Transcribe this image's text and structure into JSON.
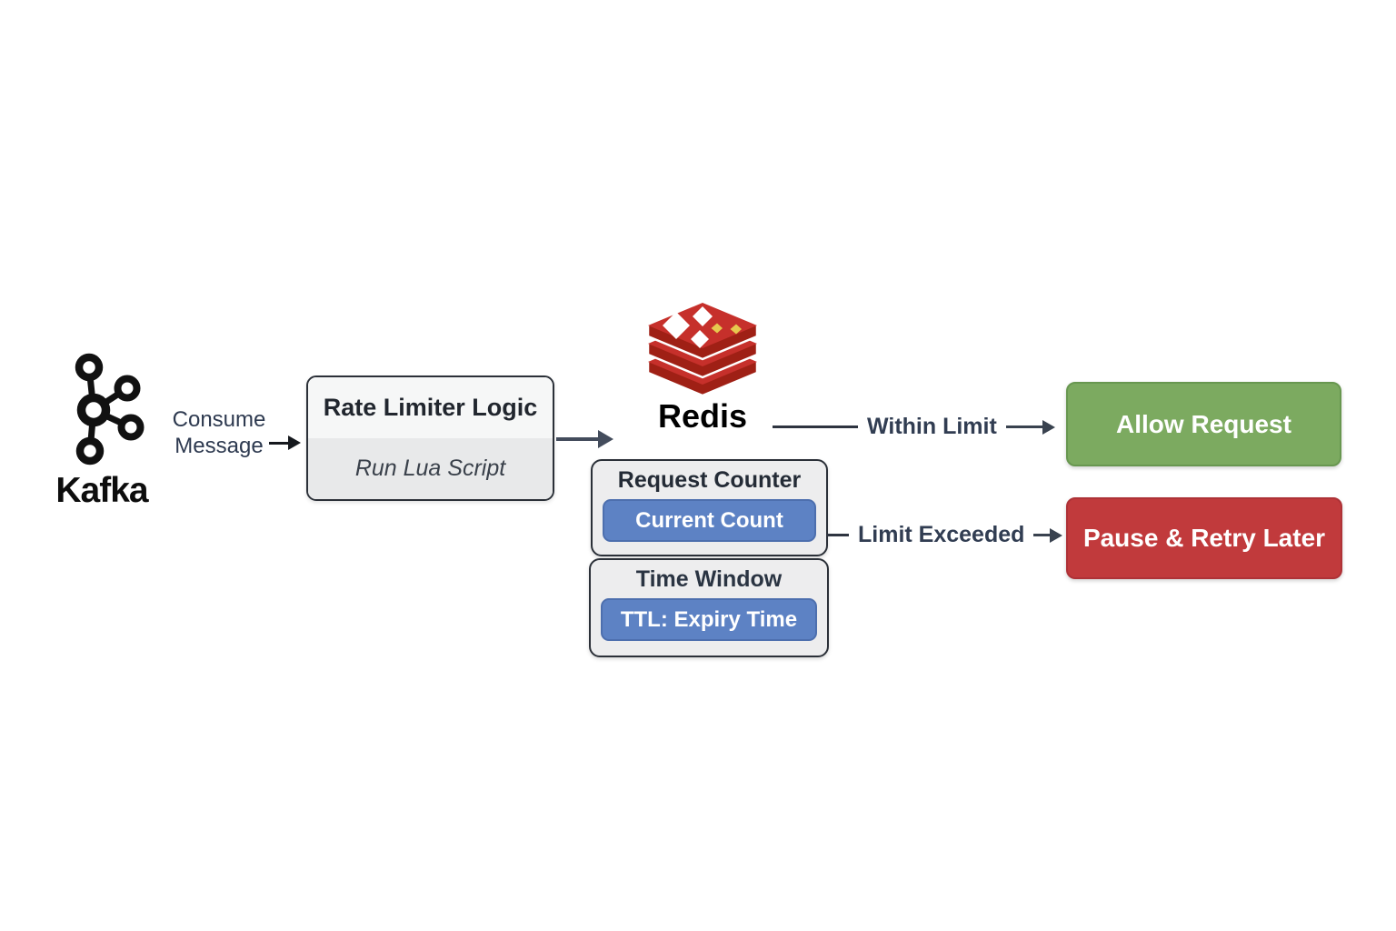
{
  "nodes": {
    "kafka": {
      "label": "Kafka"
    },
    "rate_limiter": {
      "title": "Rate Limiter Logic",
      "subtitle": "Run Lua Script"
    },
    "redis": {
      "label": "Redis"
    },
    "request_counter": {
      "title": "Request Counter",
      "value": "Current Count"
    },
    "time_window": {
      "title": "Time Window",
      "value": "TTL: Expiry Time"
    },
    "allow_request": {
      "label": "Allow Request"
    },
    "pause_retry": {
      "label": "Pause & Retry Later"
    }
  },
  "edges": {
    "consume_message": {
      "label": "Consume Message"
    },
    "within_limit": {
      "label": "Within Limit"
    },
    "limit_exceeded": {
      "label": "Limit Exceeded"
    }
  },
  "icons": {
    "kafka": "kafka-logo-icon",
    "redis": "redis-logo-icon"
  },
  "colors": {
    "kafka_black": "#111111",
    "redis_red": "#c6302b",
    "redis_dark_red": "#9f2015",
    "redis_yellow": "#e6c84e",
    "chip_blue": "#5d82c4",
    "chip_border": "#4d6fae",
    "allow_green": "#7caa60",
    "deny_red": "#c13a3c",
    "node_border": "#2b3038",
    "node_bg_grey": "#ededee",
    "node_bg_light": "#f6f7f7",
    "node_bg_shaded": "#e8e9ea",
    "arrow": "#39424f",
    "edge_label": "#313d52"
  }
}
